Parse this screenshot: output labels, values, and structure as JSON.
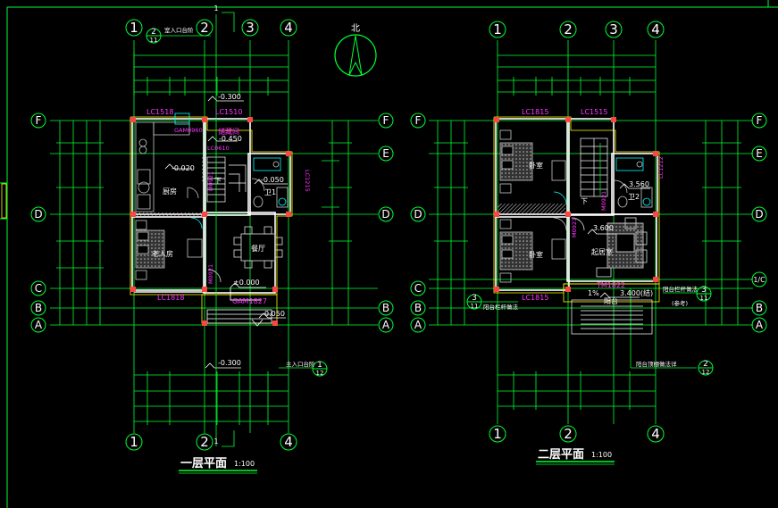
{
  "colors": {
    "background": "#000000",
    "dimension": "#00ff33",
    "wall": "#ffffff",
    "window_label": "#ff33ff",
    "column": "#ff4444",
    "text": "#ffffff",
    "furniture": "#c8c8c8",
    "hatch": "#dcdcdc",
    "outline": "#ffff00"
  },
  "north_label": "北",
  "floor1": {
    "title": "一层平面",
    "scale": "1:100",
    "col_axes": [
      "1",
      "2",
      "3",
      "4"
    ],
    "col_axis_top_extra": "1",
    "col_axis_bot_extra": "1",
    "row_axes": [
      "F",
      "E",
      "D",
      "C",
      "B",
      "A"
    ],
    "detail_top": {
      "num": "2",
      "sub": "11",
      "note": "室入口台阶"
    },
    "detail_right": {
      "num": "1",
      "sub": "12",
      "note": "主入口台阶"
    },
    "labels": {
      "win_lc1518": "LC1518",
      "win_lc1510": "LC1510",
      "door_gam0960": "GAM0960",
      "door_lc0610": "LC0610",
      "storage": "储藏间",
      "lvl_m0450": "-0.450",
      "lvl_m0300_top": "-0.300",
      "lvl_m0020": "-0.020",
      "kitchen": "厨房",
      "door_m0921a": "M0921",
      "stair_down": "下",
      "lvl_m0050": "-0.050",
      "wc": "卫1",
      "win_lc1215": "LC1215",
      "elder_room": "老人房",
      "dining": "餐厅",
      "door_m0921b": "M0921",
      "lvl_000": "±0.000",
      "win_lc1818": "LC1818",
      "door_gam1827": "GAM1827",
      "lvl_0050": "0.050",
      "lvl_m0300_bot": "-0.300"
    }
  },
  "floor2": {
    "title": "二层平面",
    "scale": "1:100",
    "col_axes": [
      "1",
      "2",
      "3",
      "4"
    ],
    "row_axes": [
      "F",
      "E",
      "D",
      "C",
      "B",
      "A"
    ],
    "row_axis_extra": "1/C",
    "detail_left": {
      "num": "3",
      "sub": "11",
      "note": "阳台栏杆做法"
    },
    "detail_right": {
      "num": "3",
      "sub": "11",
      "note": "阳台栏杆做法"
    },
    "detail_right_sub": "(参考)",
    "detail_bottom": {
      "num": "2",
      "sub": "12",
      "note": "阳台顶棚做法详"
    },
    "labels": {
      "win_lc1815": "LC1815",
      "win_lc1515": "LC1515",
      "bedroom1": "卧室",
      "bedroom2": "卧室",
      "lvl_3560": "3.560",
      "wc": "卫2",
      "win_lc1212": "LC1212",
      "stair_down": "下",
      "door_m0921a": "M0921",
      "door_m0921b": "M0921",
      "lvl_3600": "3.600",
      "master": "起居室",
      "win_lc1815b": "LC1815",
      "door_tm1822": "TM1822",
      "slope": "1%",
      "balcony": "阳台",
      "lvl_3400": "3.400(结)"
    }
  }
}
